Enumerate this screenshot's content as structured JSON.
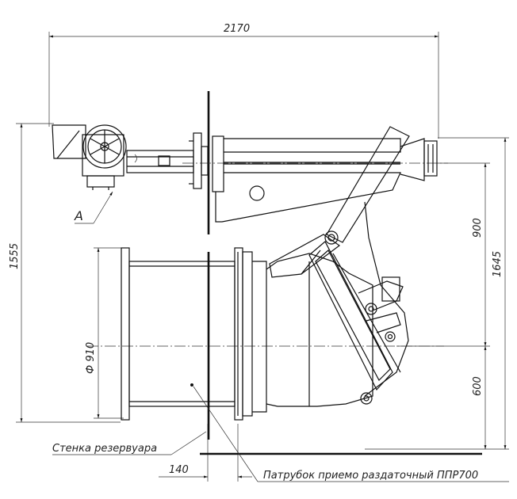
{
  "dimensions": {
    "overall_width": "2170",
    "total_height": "1555",
    "right_height": "1645",
    "upper_right": "900",
    "lower_right": "600",
    "diameter": "Ф 910",
    "offset": "140"
  },
  "labels": {
    "view_mark": "A",
    "tank_wall": "Стенка резервуара",
    "pipe_name": "Патрубок приемо раздаточный ППР700"
  }
}
